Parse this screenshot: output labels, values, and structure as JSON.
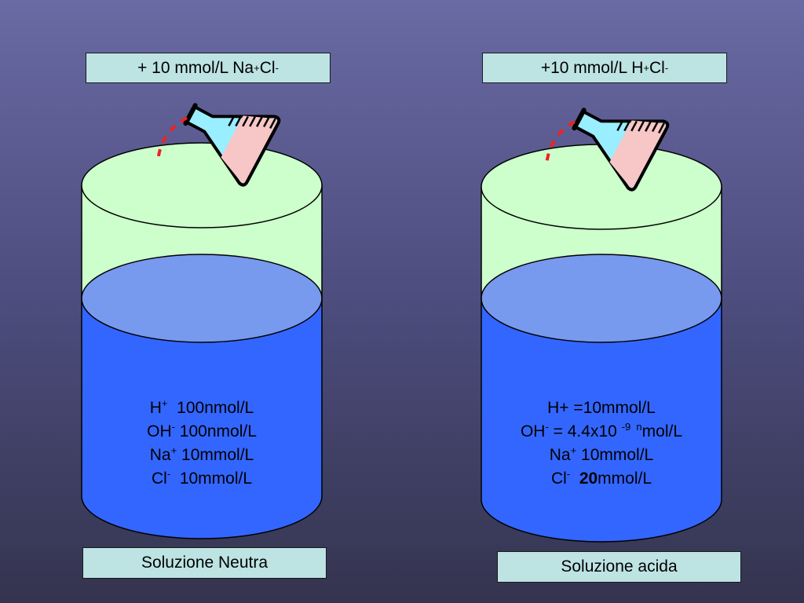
{
  "colors": {
    "background_top": "#6a6aa4",
    "background_bottom": "#34344f",
    "label_fill": "#bde3e3",
    "cylinder_upper": "#ccffcc",
    "liquid_side": "#3366ff",
    "liquid_top": "#7799ee",
    "flask_liquid": "#f7c6c6",
    "flask_neck": "#99eeff",
    "pour_stream": "#ee2222"
  },
  "left": {
    "top_label": {
      "prefix": "+ 10 mmol/L Na",
      "sup1": "+",
      "mid": "Cl",
      "sup2": "-"
    },
    "contents": [
      {
        "a": "H",
        "sup": "+",
        "b": "  100nmol/L"
      },
      {
        "a": "OH",
        "sup": "-",
        "b": " 100nmol/L"
      },
      {
        "a": "Na",
        "sup": "+",
        "b": " 10mmol/L"
      },
      {
        "a": "Cl",
        "sup": "-",
        "b": "  10mmol/L"
      }
    ],
    "bottom_label": "Soluzione Neutra"
  },
  "right": {
    "top_label": {
      "prefix": "+10 mmol/L H",
      "sup1": "+",
      "mid": "Cl",
      "sup2": "-"
    },
    "contents": {
      "line1": "H+ =10mmol/L",
      "line2": {
        "a": "OH",
        "sup": "-",
        "b": " = 4.4x10 ",
        "sup2": "-9  n",
        "c": "mol/L"
      },
      "line3": {
        "a": "Na",
        "sup": "+",
        "b": " 10mmol/L"
      },
      "line4": {
        "a": "Cl",
        "sup": "-",
        "bold": "20",
        "c": "mmol/L"
      }
    },
    "bottom_label": "Soluzione acida"
  }
}
